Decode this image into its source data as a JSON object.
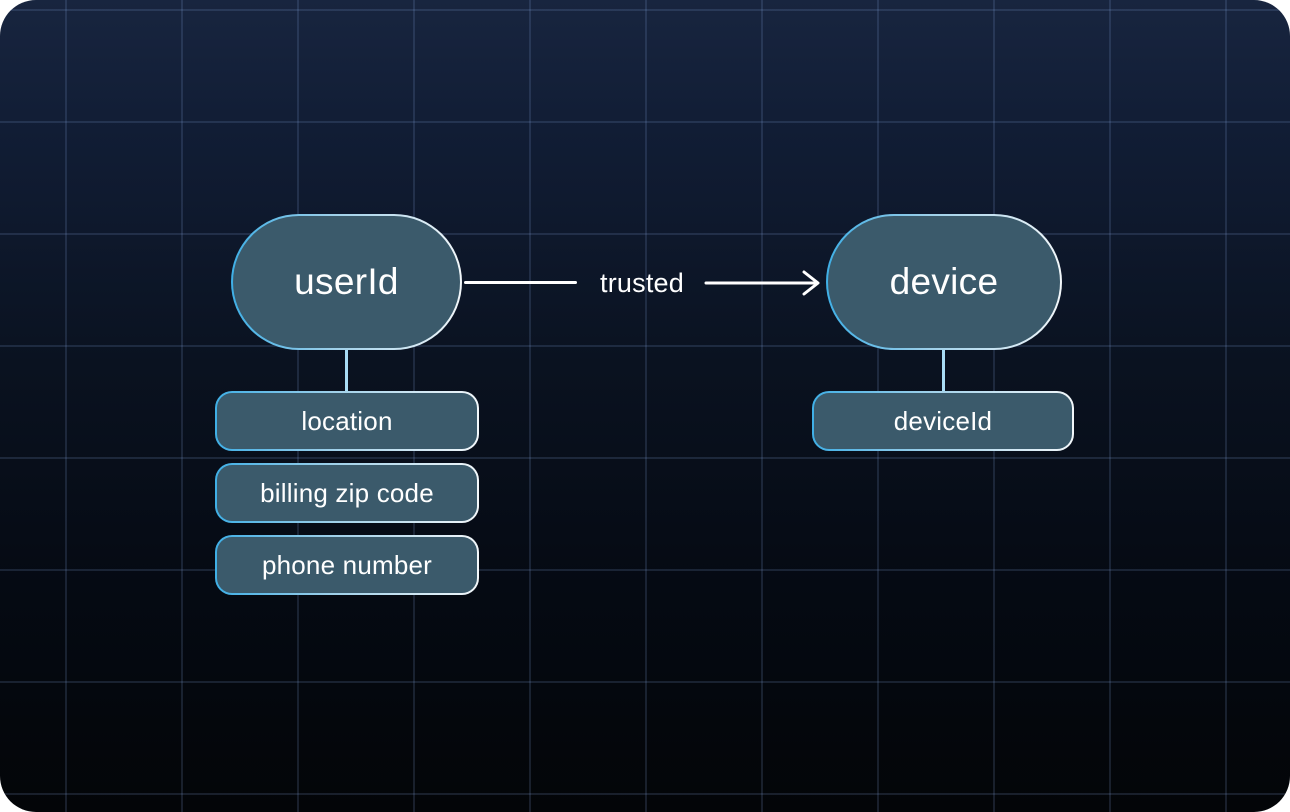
{
  "diagram": {
    "nodes": {
      "user": {
        "label": "userId"
      },
      "device": {
        "label": "device"
      }
    },
    "edge": {
      "label": "trusted"
    },
    "user_attributes": [
      {
        "label": "location"
      },
      {
        "label": "billing zip code"
      },
      {
        "label": "phone number"
      }
    ],
    "device_attributes": [
      {
        "label": "deviceId"
      }
    ],
    "colors": {
      "background_top": "#18253f",
      "background_bottom": "#030508",
      "grid_line": "#2c3a55",
      "node_fill": "#3b5a6b",
      "border_gradient_start": "#3fafe6",
      "border_gradient_end": "#f2f7fa",
      "connector": "#a9dcf5",
      "edge_line": "#ffffff",
      "text": "#ffffff"
    }
  }
}
